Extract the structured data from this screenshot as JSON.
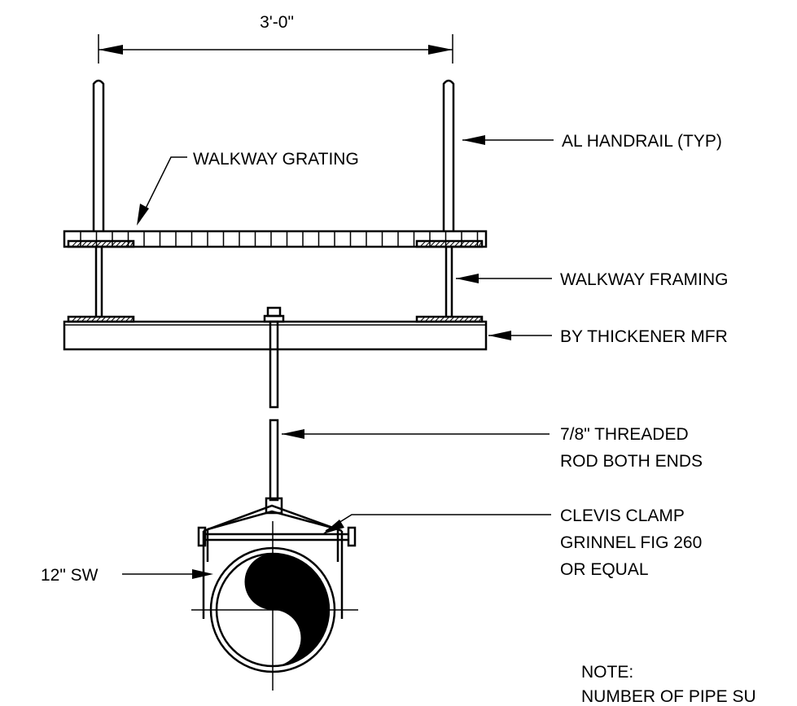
{
  "drawing": {
    "dimension": "3'-0\"",
    "labels": {
      "handrail": "AL HANDRAIL (TYP)",
      "grating": "WALKWAY GRATING",
      "framing": "WALKWAY FRAMING",
      "thickener": "BY THICKENER MFR",
      "rod_line1": "7/8\" THREADED",
      "rod_line2": "ROD BOTH ENDS",
      "clamp_line1": "CLEVIS CLAMP",
      "clamp_line2": "GRINNEL FIG 260",
      "clamp_line3": "OR EQUAL",
      "pipe": "12\" SW",
      "note_title": "NOTE:",
      "note_text": "NUMBER OF PIPE SU"
    },
    "colors": {
      "ink": "#000000",
      "paper": "#ffffff"
    }
  }
}
